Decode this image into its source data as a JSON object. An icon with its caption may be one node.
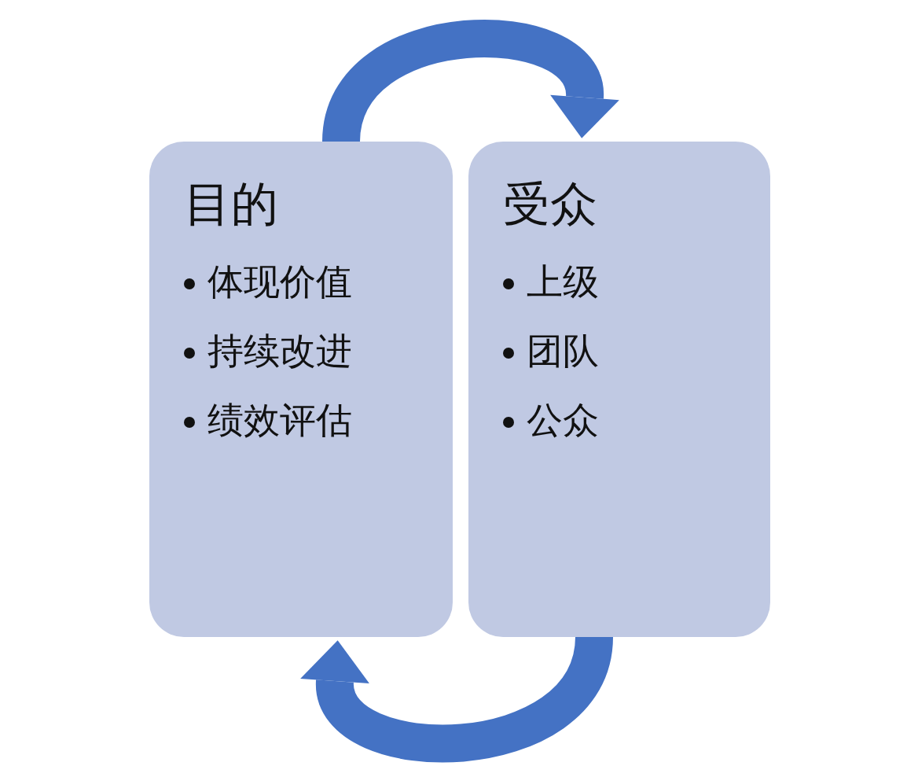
{
  "diagram": {
    "nodes": [
      {
        "text": [
          "目的",
          "体现价值",
          "持续改进",
          "绩效评估"
        ]
      },
      {
        "text": [
          "受众",
          "上级",
          "团队",
          "公众"
        ]
      }
    ],
    "edges": [
      {
        "from": 0,
        "to": 1,
        "arrow": "to"
      },
      {
        "from": 1,
        "to": 0,
        "arrow": "to"
      }
    ]
  }
}
